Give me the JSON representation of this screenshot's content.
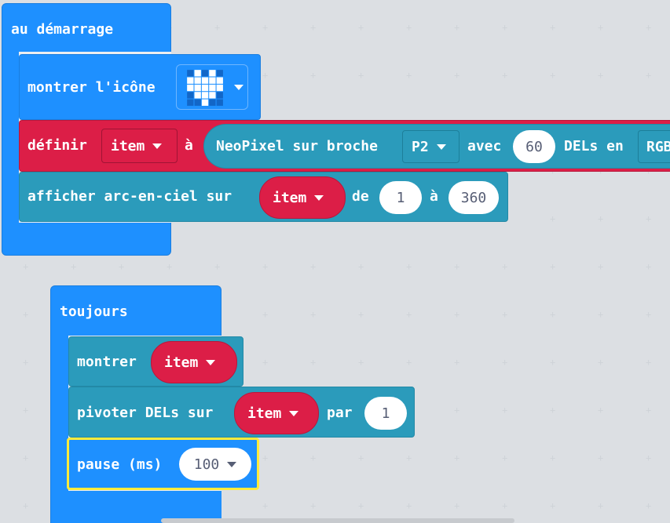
{
  "on_start": {
    "hat_label": "au démarrage",
    "show_icon": {
      "label": "montrer l'icône",
      "icon": "heart-icon"
    },
    "set_var": {
      "label": "définir",
      "var": "item",
      "to": "à",
      "neopixel_label": "NeoPixel sur broche",
      "pin": "P2",
      "with_label": "avec",
      "count": "60",
      "leds_label": "DELs en",
      "mode": "RGB"
    },
    "rainbow": {
      "label": "afficher arc-en-ciel sur",
      "var": "item",
      "from_label": "de",
      "from": "1",
      "to_label": "à",
      "to": "360"
    }
  },
  "forever": {
    "hat_label": "toujours",
    "show": {
      "label": "montrer",
      "var": "item"
    },
    "rotate": {
      "label": "pivoter DELs sur",
      "var": "item",
      "by_label": "par",
      "by": "1"
    },
    "pause": {
      "label": "pause (ms)",
      "value": "100"
    }
  },
  "colors": {
    "basic": "#1e90ff",
    "neopixel": "#2b9bbb",
    "variables": "#dc1e47",
    "highlight": "#ffeb3b"
  }
}
